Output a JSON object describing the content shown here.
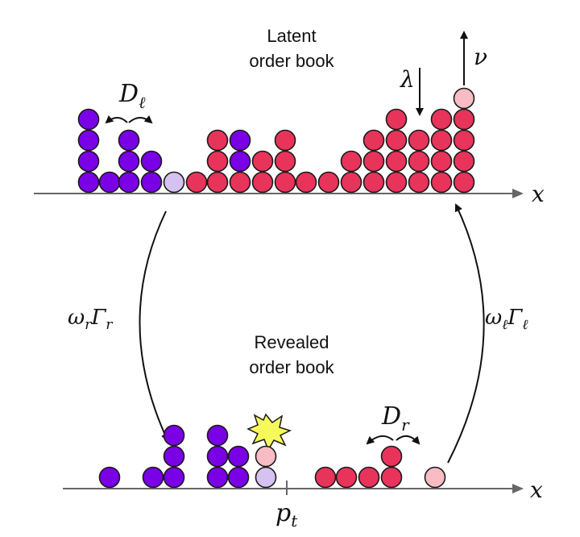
{
  "labels": {
    "latent_line1": "Latent",
    "latent_line2": "order book",
    "revealed_line1": "Revealed",
    "revealed_line2": "order book",
    "axis_top": "x",
    "axis_bottom": "x",
    "lambda": "λ",
    "nu": "ν",
    "D_l_main": "D",
    "D_l_sub": "ℓ",
    "D_r_main": "D",
    "D_r_sub": "r",
    "rate_left": "ω",
    "rate_left_sub1": "r",
    "rate_left_G": "Γ",
    "rate_left_sub2": "r",
    "rate_right": "ω",
    "rate_right_sub1": "ℓ",
    "rate_right_G": "Γ",
    "rate_right_sub2": "ℓ",
    "price_main": "p",
    "price_sub": "t"
  },
  "colors": {
    "bid": "#7a00e6",
    "bid_ghost": "#d6c2f0",
    "ask": "#e8345a",
    "ask_ghost": "#f7bcc4",
    "burst": "#f6f95a",
    "axis": "#666666"
  }
}
